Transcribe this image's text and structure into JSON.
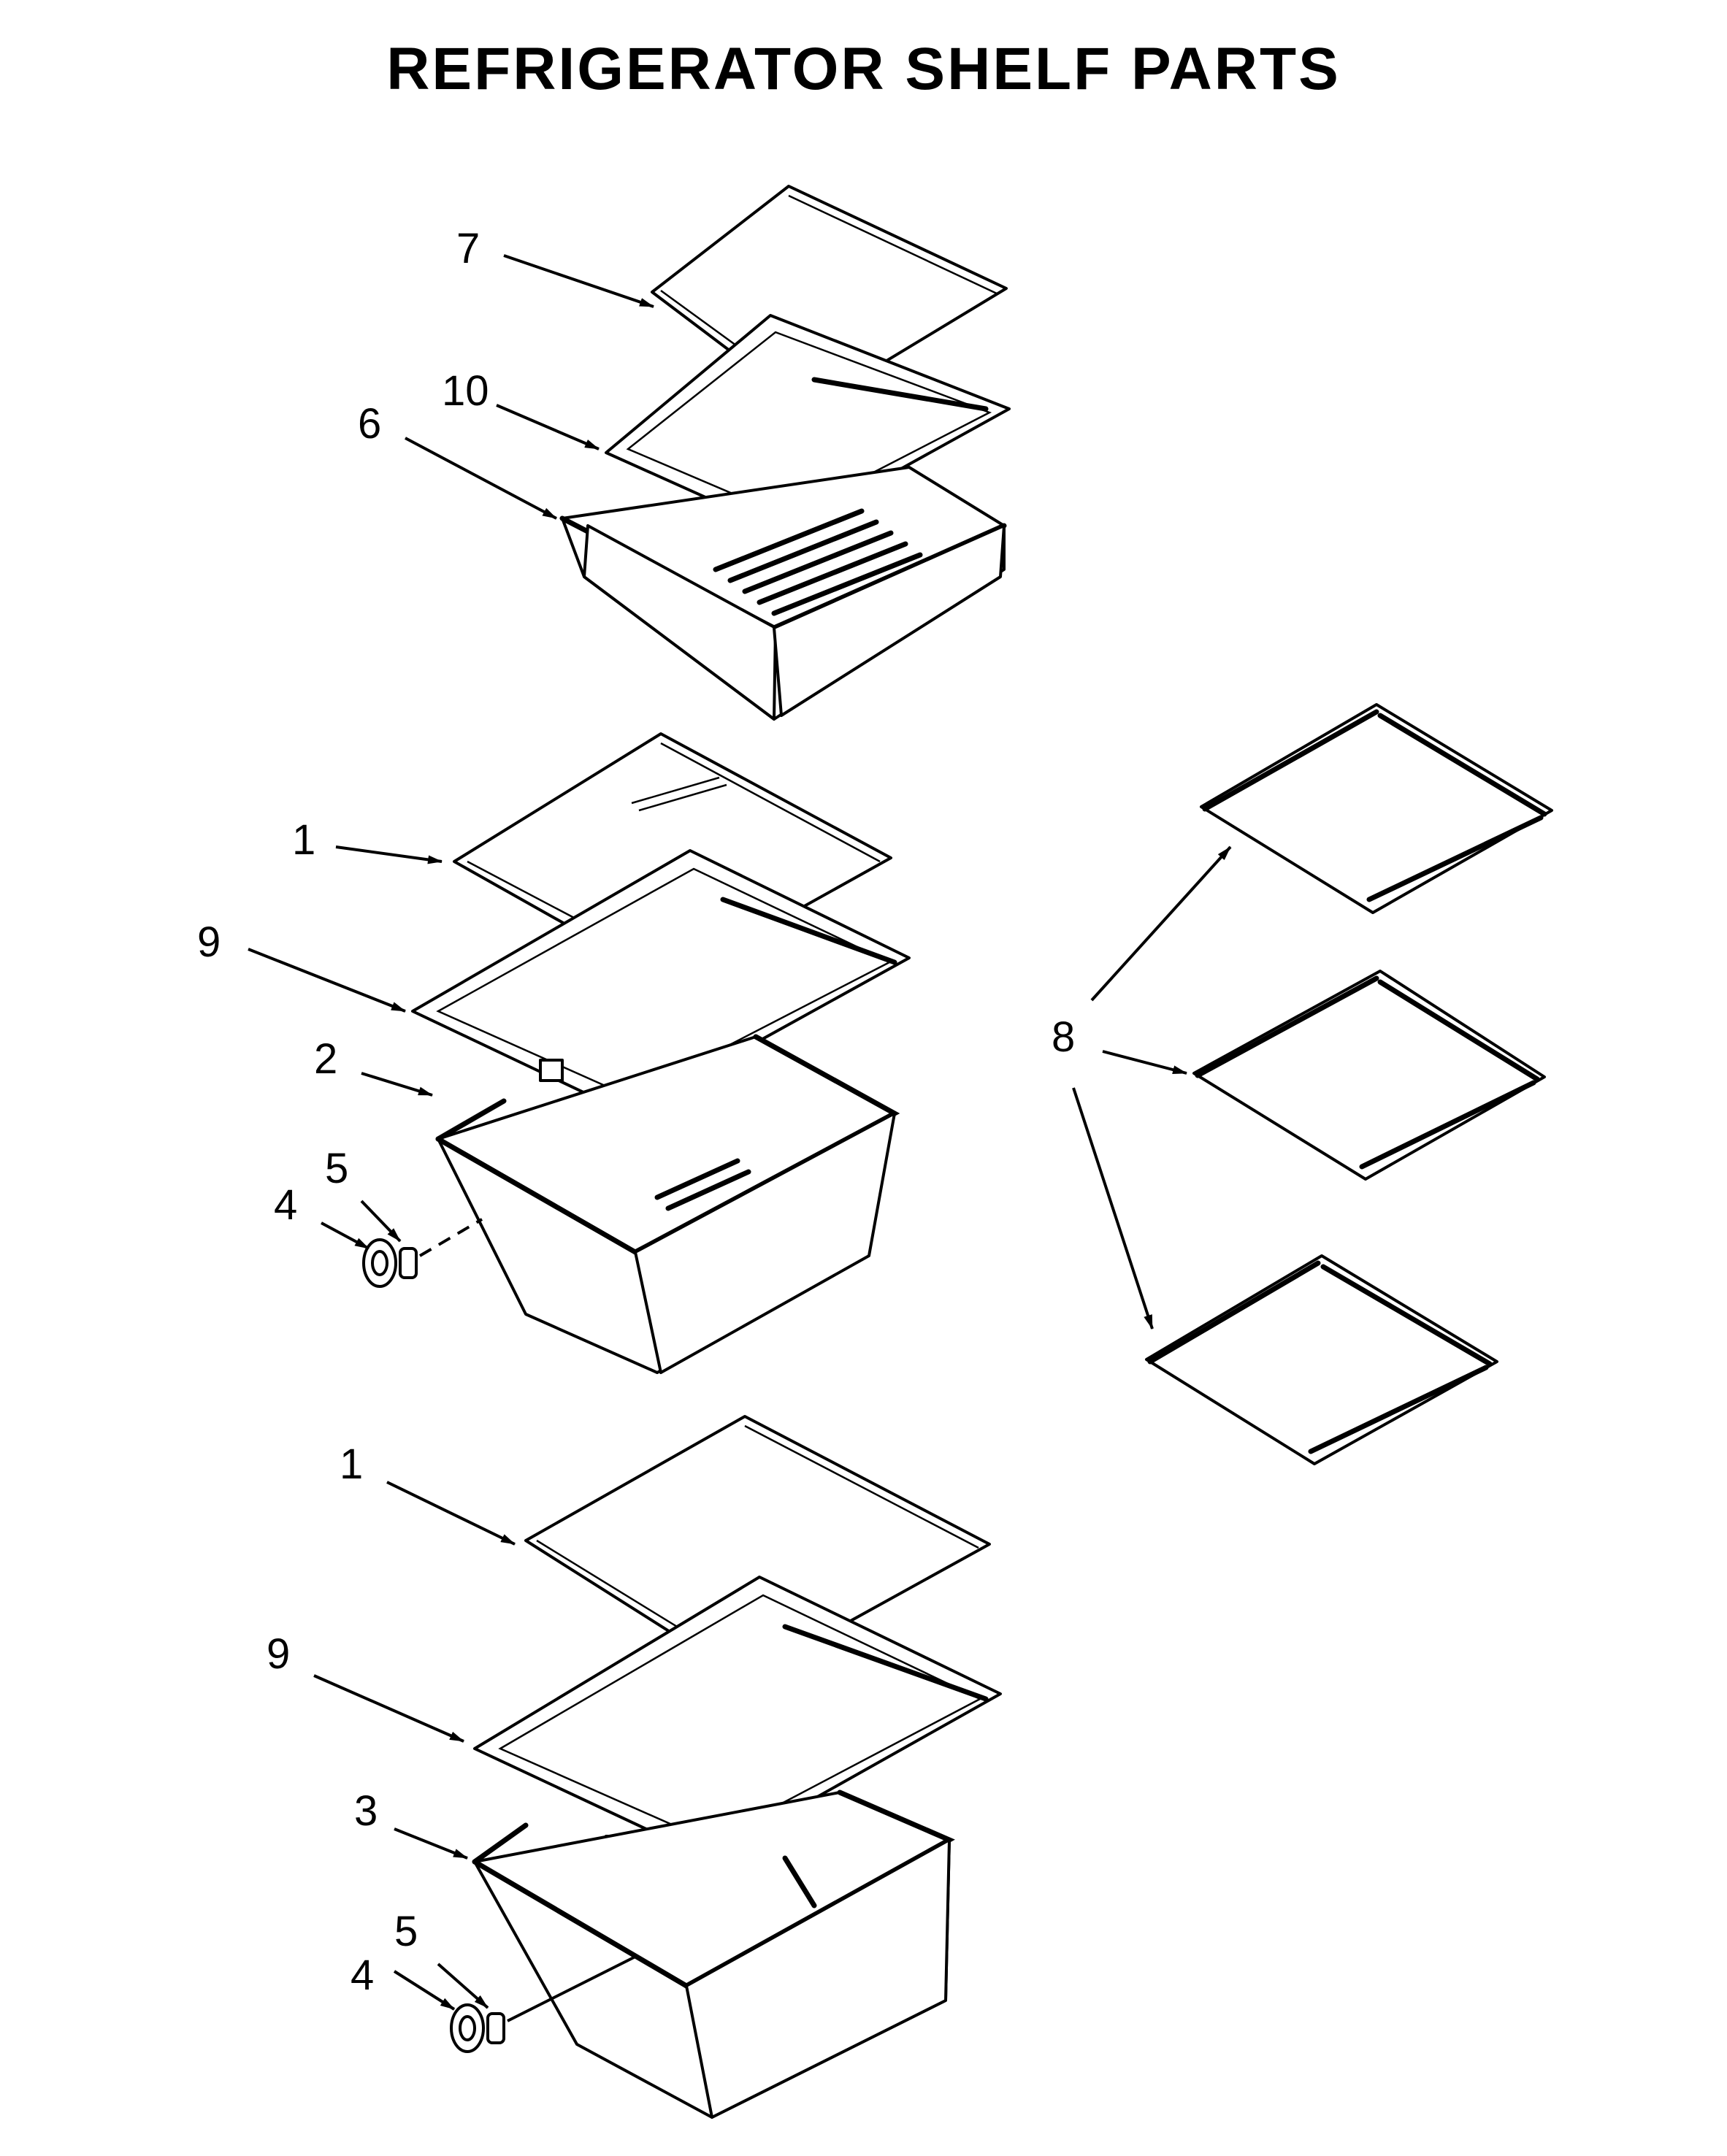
{
  "title": "REFRIGERATOR SHELF PARTS",
  "colors": {
    "line": "#000000",
    "background": "#ffffff"
  },
  "callouts": [
    {
      "id": "c7",
      "label": "7"
    },
    {
      "id": "c10",
      "label": "10"
    },
    {
      "id": "c6",
      "label": "6"
    },
    {
      "id": "c1a",
      "label": "1"
    },
    {
      "id": "c9a",
      "label": "9"
    },
    {
      "id": "c2",
      "label": "2"
    },
    {
      "id": "c5a",
      "label": "5"
    },
    {
      "id": "c4a",
      "label": "4"
    },
    {
      "id": "c8",
      "label": "8"
    },
    {
      "id": "c1b",
      "label": "1"
    },
    {
      "id": "c9b",
      "label": "9"
    },
    {
      "id": "c3",
      "label": "3"
    },
    {
      "id": "c5b",
      "label": "5"
    },
    {
      "id": "c4b",
      "label": "4"
    }
  ]
}
